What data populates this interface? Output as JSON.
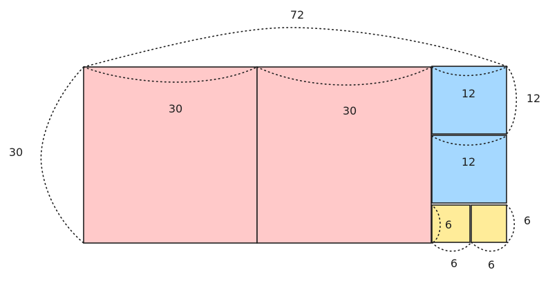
{
  "labels": {
    "total_width": "72",
    "height": "30",
    "square_a": "30",
    "square_b": "30",
    "square_c": "12",
    "square_d": "12",
    "side_c": "12",
    "square_e": "6",
    "side_e": "6",
    "bottom_e": "6",
    "bottom_f": "6"
  },
  "colors": {
    "large_square": "#ffc9c9",
    "medium_square": "#a5d8ff",
    "small_square": "#ffec99",
    "stroke": "#1e1e1e"
  }
}
